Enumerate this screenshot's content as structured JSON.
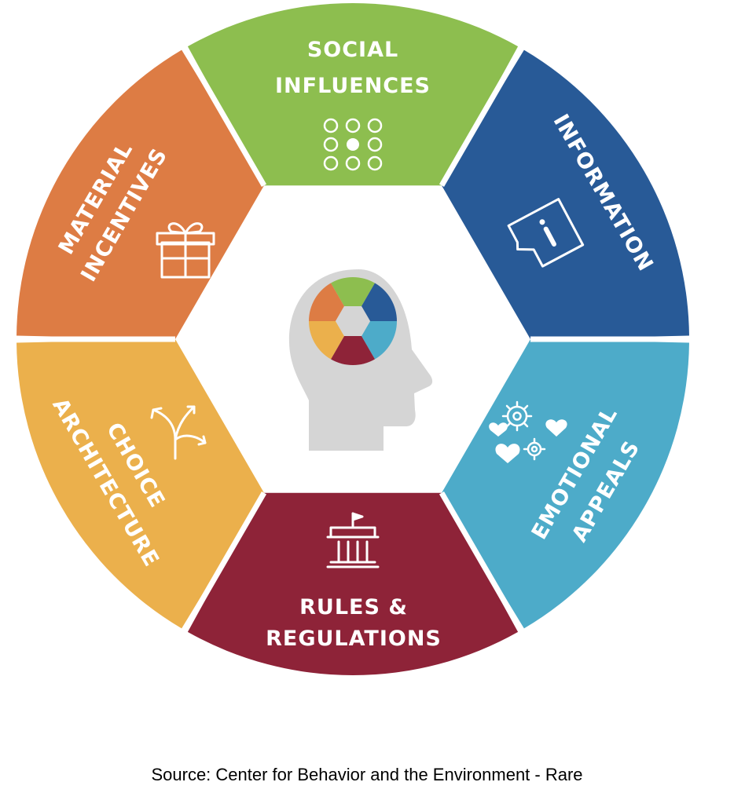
{
  "segments": [
    {
      "id": "social-influences",
      "lines": [
        "SOCIAL",
        "INFLUENCES"
      ],
      "color": "#8dbe4f",
      "icon": "dot-grid-icon"
    },
    {
      "id": "information",
      "lines": [
        "INFORMATION"
      ],
      "color": "#285a97",
      "icon": "info-sign-icon"
    },
    {
      "id": "emotional-appeals",
      "lines": [
        "EMOTIONAL",
        "APPEALS"
      ],
      "color": "#4dabc9",
      "icon": "hearts-gears-icon"
    },
    {
      "id": "rules-regulations",
      "lines": [
        "RULES &",
        "REGULATIONS"
      ],
      "color": "#8e2338",
      "icon": "government-building-icon"
    },
    {
      "id": "choice-architecture",
      "lines": [
        "CHOICE",
        "ARCHITECTURE"
      ],
      "color": "#ebb04c",
      "icon": "branching-arrows-icon"
    },
    {
      "id": "material-incentives",
      "lines": [
        "MATERIAL",
        "INCENTIVES"
      ],
      "color": "#dd7c44",
      "icon": "gift-icon"
    }
  ],
  "center": {
    "icon": "head-wheel-icon",
    "head_color": "#d5d5d5"
  },
  "source": "Source: Center for Behavior and the Environment - Rare"
}
